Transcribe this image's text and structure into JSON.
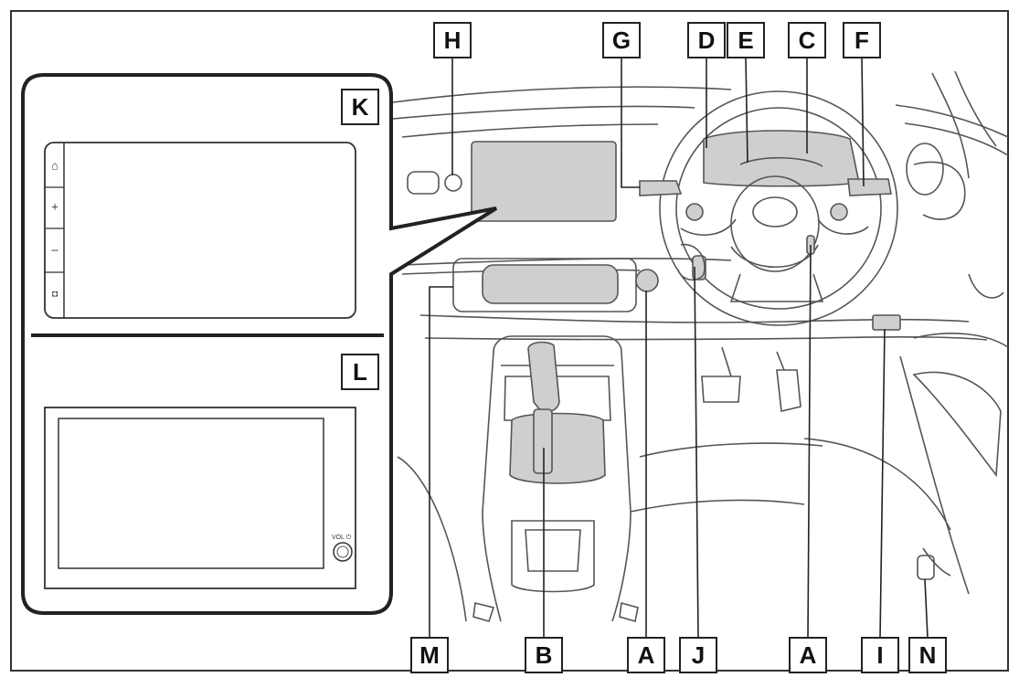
{
  "callouts": {
    "A": "A",
    "B": "B",
    "C": "C",
    "D": "D",
    "E": "E",
    "F": "F",
    "G": "G",
    "H": "H",
    "I": "I",
    "J": "J",
    "K": "K",
    "L": "L",
    "M": "M",
    "N": "N"
  },
  "inset_k_buttons": {
    "home": "⌂",
    "plus": "+",
    "minus": "–",
    "back": "◘"
  },
  "inset_l_knob_label": "VOL ⏻",
  "colors": {
    "outline": "#222222",
    "highlight_gray": "#cfcfcf",
    "background": "#ffffff"
  }
}
